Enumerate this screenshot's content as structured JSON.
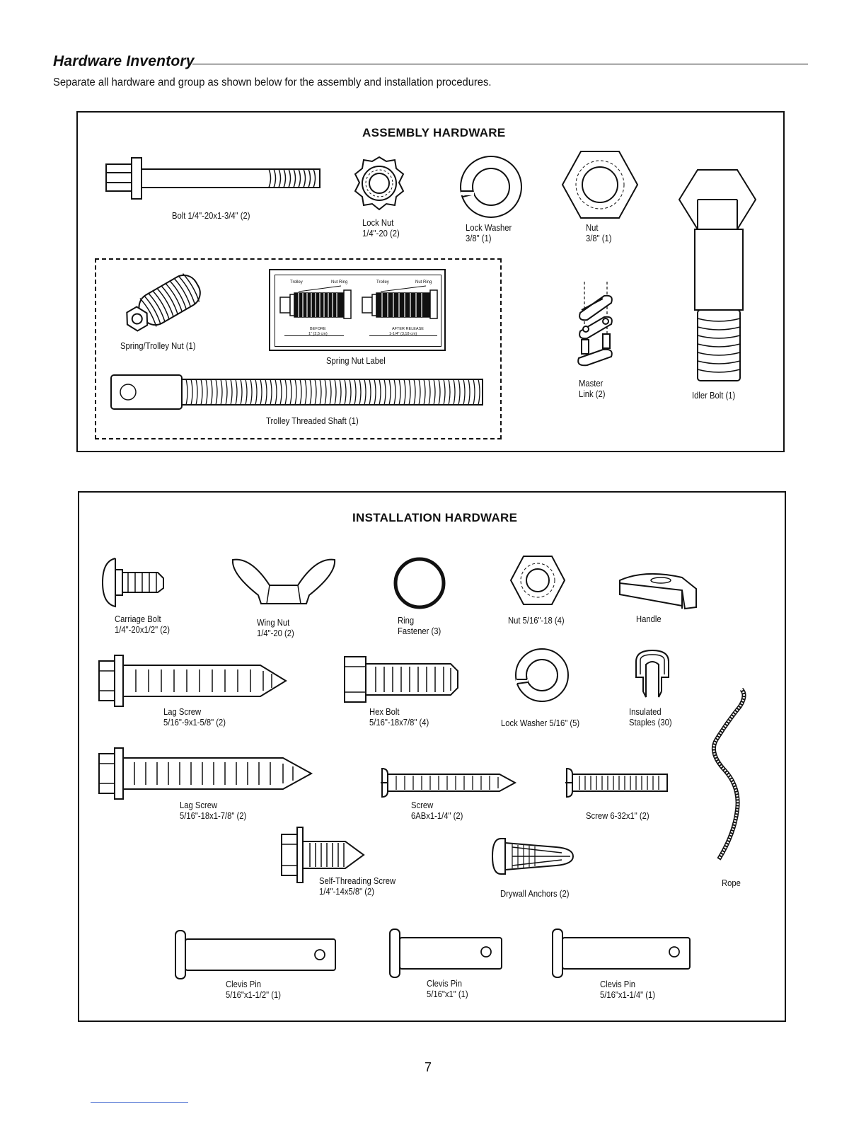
{
  "header": {
    "title": "Hardware Inventory",
    "intro": "Separate all hardware and group as shown below for the assembly and installation procedures."
  },
  "assembly": {
    "title": "ASSEMBLY HARDWARE",
    "bolt": {
      "l1": "Bolt 1/4\"-20x1-3/4\" (2)"
    },
    "lock_nut": {
      "l1": "Lock Nut",
      "l2": "1/4\"-20 (2)"
    },
    "lock_washer": {
      "l1": "Lock Washer",
      "l2": "3/8\" (1)"
    },
    "nut": {
      "l1": "Nut",
      "l2": "3/8\" (1)"
    },
    "spring_trolley_nut": {
      "l1": "Spring/Trolley Nut (1)"
    },
    "spring_nut_label": {
      "l1": "Spring Nut Label",
      "trolley_a": "Trolley",
      "nut_ring_a": "Nut Ring",
      "before": "BEFORE",
      "before_dim": "1\" (2,5 cm)",
      "trolley_b": "Trolley",
      "nut_ring_b": "Nut Ring",
      "after": "AFTER RELEASE",
      "after_dim": "1-1/4\" (3,18 cm)"
    },
    "trolley_threaded_shaft": {
      "l1": "Trolley Threaded Shaft (1)"
    },
    "master_link": {
      "l1": "Master",
      "l2": "Link (2)"
    },
    "idler_bolt": {
      "l1": "Idler Bolt (1)"
    }
  },
  "installation": {
    "title": "INSTALLATION HARDWARE",
    "carriage_bolt": {
      "l1": "Carriage Bolt",
      "l2": "1/4\"-20x1/2\" (2)"
    },
    "wing_nut": {
      "l1": "Wing Nut",
      "l2": "1/4\"-20 (2)"
    },
    "ring_fastener": {
      "l1": "Ring",
      "l2": "Fastener (3)"
    },
    "nut": {
      "l1": "Nut  5/16\"-18 (4)"
    },
    "handle": {
      "l1": "Handle"
    },
    "lag_screw_short": {
      "l1": "Lag Screw",
      "l2": "5/16\"-9x1-5/8\" (2)"
    },
    "hex_bolt": {
      "l1": "Hex Bolt",
      "l2": "5/16\"-18x7/8\" (4)"
    },
    "lock_washer": {
      "l1": "Lock Washer  5/16\" (5)"
    },
    "insulated_staples": {
      "l1": "Insulated",
      "l2": "Staples (30)"
    },
    "lag_screw_long": {
      "l1": "Lag Screw",
      "l2": "5/16\"-18x1-7/8\" (2)"
    },
    "screw_6ab": {
      "l1": "Screw",
      "l2": "6ABx1-1/4\" (2)"
    },
    "screw_632": {
      "l1": "Screw 6-32x1\" (2)"
    },
    "self_threading_screw": {
      "l1": "Self-Threading Screw",
      "l2": "1/4\"-14x5/8\" (2)"
    },
    "drywall_anchors": {
      "l1": "Drywall Anchors (2)"
    },
    "rope": {
      "l1": "Rope"
    },
    "clevis_pin_a": {
      "l1": "Clevis Pin",
      "l2": "5/16\"x1-1/2\" (1)"
    },
    "clevis_pin_b": {
      "l1": "Clevis Pin",
      "l2": "5/16\"x1\" (1)"
    },
    "clevis_pin_c": {
      "l1": "Clevis Pin",
      "l2": "5/16\"x1-1/4\" (1)"
    }
  },
  "footer": {
    "page_number": "7"
  }
}
